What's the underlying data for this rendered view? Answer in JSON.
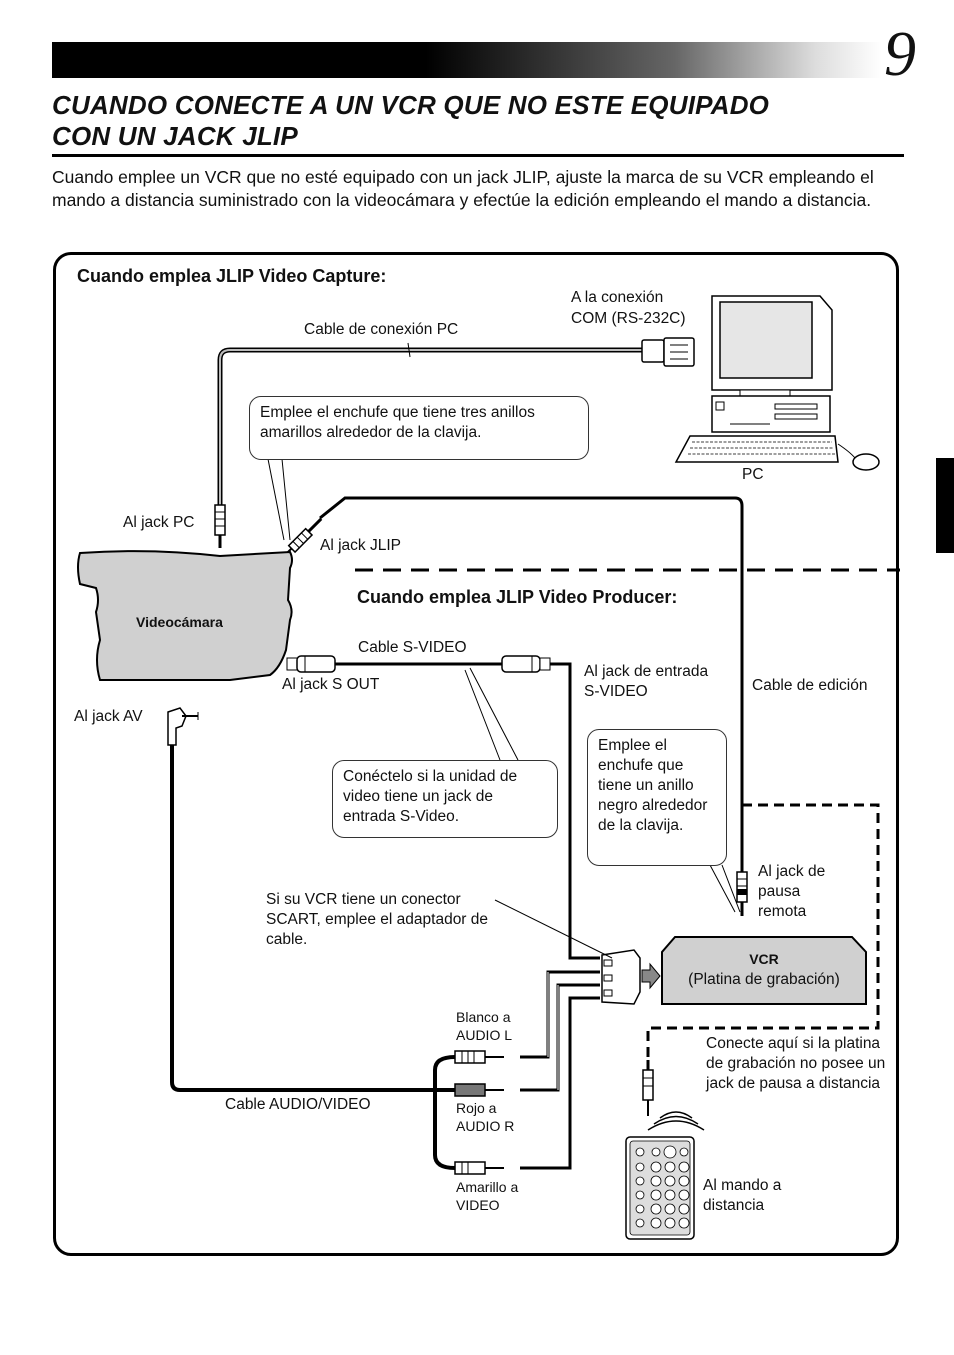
{
  "page": {
    "number": "9",
    "heading_line1": "CUANDO CONECTE A UN VCR QUE NO ESTE EQUIPADO",
    "heading_line2": "CON UN JACK JLIP",
    "intro": "Cuando emplee un VCR que no esté equipado con un jack JLIP, ajuste la marca de su VCR empleando el mando a distancia suministrado con la videocámara y efectúe la edición empleando el mando a distancia."
  },
  "diagram": {
    "capture_title": "Cuando emplea JLIP Video Capture:",
    "producer_title": "Cuando emplea JLIP Video Producer:",
    "com_label_1": "A la conexión",
    "com_label_2": "COM (RS-232C)",
    "pc_cable": "Cable de conexión PC",
    "bubble_three_rings": "Emplee el enchufe que tiene tres anillos amarillos alrededor de la clavija.",
    "pc": "PC",
    "jack_pc": "Al jack PC",
    "jack_jlip": "Al jack JLIP",
    "camcorder": "Videocámara",
    "svideo_cable": "Cable S-VIDEO",
    "svideo_in_1": "Al jack de entrada",
    "svideo_in_2": "S-VIDEO",
    "edit_cable": "Cable de edición",
    "jack_sout": "Al jack S OUT",
    "jack_av": "Al jack AV",
    "bubble_one_ring": "Emplee el enchufe que tiene un anillo negro alrededor de la clavija.",
    "bubble_svideo": "Conéctelo si la unidad de video tiene un jack de entrada S-Video.",
    "remote_pause_1": "Al jack de",
    "remote_pause_2": "pausa",
    "remote_pause_3": "remota",
    "scart_note": "Si su VCR tiene un conector SCART, emplee el adaptador de cable.",
    "vcr_title": "VCR",
    "vcr_sub": "(Platina de grabación)",
    "white_1": "Blanco a",
    "white_2": "AUDIO L",
    "connect_here": "Conecte aquí si la platina de grabación no posee un jack de pausa a distancia",
    "av_cable": "Cable AUDIO/VIDEO",
    "red_1": "Rojo a",
    "red_2": "AUDIO R",
    "yellow_1": "Amarillo a",
    "yellow_2": "VIDEO",
    "remote_1": "Al mando a",
    "remote_2": "distancia"
  }
}
